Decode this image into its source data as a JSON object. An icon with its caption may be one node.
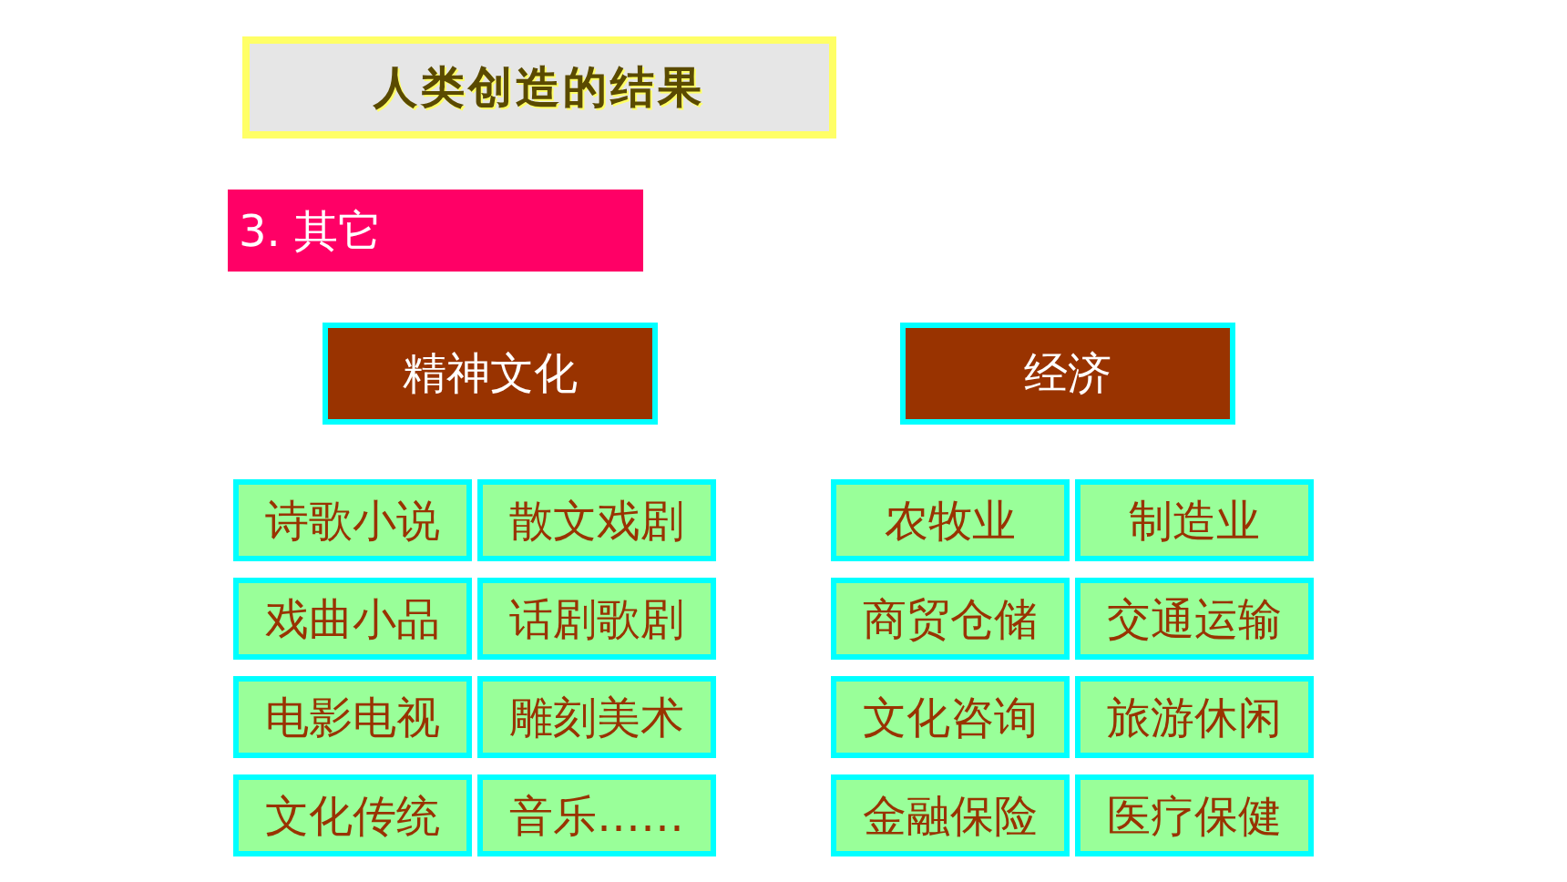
{
  "diagram": {
    "title": "人类创造的结果",
    "nodes": [
      {
        "text": [
          "3. 其它"
        ]
      },
      {
        "text": [
          "精神文化"
        ]
      },
      {
        "text": [
          "经济"
        ]
      },
      {
        "text": [
          "诗歌小说"
        ]
      },
      {
        "text": [
          "散文戏剧"
        ]
      },
      {
        "text": [
          "农牧业"
        ]
      },
      {
        "text": [
          "制造业"
        ]
      },
      {
        "text": [
          "戏曲小品"
        ]
      },
      {
        "text": [
          "话剧歌剧"
        ]
      },
      {
        "text": [
          "商贸仓储"
        ]
      },
      {
        "text": [
          "交通运输"
        ]
      },
      {
        "text": [
          "电影电视"
        ]
      },
      {
        "text": [
          "雕刻美术"
        ]
      },
      {
        "text": [
          "文化咨询"
        ]
      },
      {
        "text": [
          "旅游休闲"
        ]
      },
      {
        "text": [
          "文化传统"
        ]
      },
      {
        "text": [
          "音乐……"
        ]
      },
      {
        "text": [
          "金融保险"
        ]
      },
      {
        "text": [
          "医疗保健"
        ]
      }
    ]
  }
}
